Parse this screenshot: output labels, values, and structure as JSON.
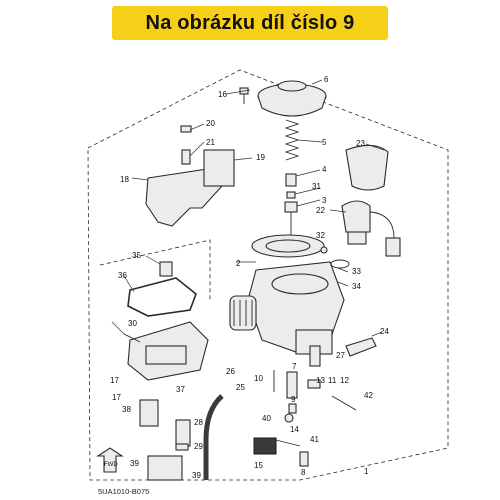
{
  "banner": {
    "text": "Na obrázku díl číslo 9",
    "color": "#f6cf18"
  },
  "diagram_code": "5UA1010-B075",
  "fwd_arrow_label": "FWD",
  "callouts": [
    "1",
    "2",
    "3",
    "4",
    "5",
    "6",
    "7",
    "8",
    "9",
    "10",
    "11",
    "12",
    "13",
    "14",
    "15",
    "16",
    "17",
    "17",
    "18",
    "19",
    "20",
    "21",
    "22",
    "23",
    "24",
    "25",
    "26",
    "27",
    "28",
    "29",
    "30",
    "31",
    "32",
    "33",
    "34",
    "35",
    "36",
    "37",
    "38",
    "39",
    "39",
    "40",
    "41",
    "42"
  ]
}
